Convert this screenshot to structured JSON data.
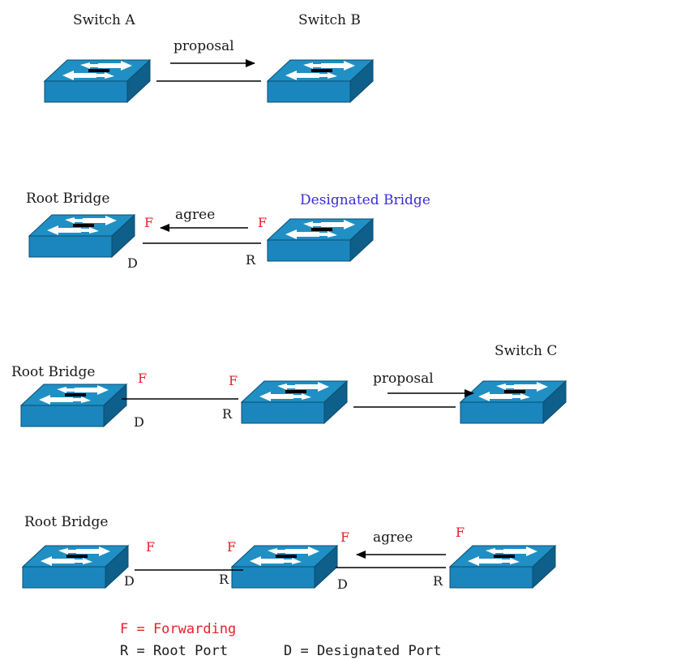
{
  "colors": {
    "switch_top": "#1f8fc4",
    "switch_front": "#1b86bd",
    "switch_side": "#0e5f8a",
    "forwarding": "#e8202a",
    "text": "#1a1a1a",
    "designated_bridge_text": "#3a2bd6"
  },
  "row1": {
    "switch_a_label": "Switch A",
    "switch_b_label": "Switch B",
    "message": "proposal"
  },
  "row2": {
    "root_label": "Root Bridge",
    "designated_label": "Designated Bridge",
    "message": "agree",
    "root_port_f": "F",
    "root_port_d": "D",
    "designated_port_f": "F",
    "designated_port_r": "R"
  },
  "row3": {
    "root_label": "Root Bridge",
    "switch_c_label": "Switch C",
    "message": "proposal",
    "root_port_f": "F",
    "root_port_d": "D",
    "middle_port_f": "F",
    "middle_port_r": "R"
  },
  "row4": {
    "root_label": "Root Bridge",
    "message": "agree",
    "root_port_f": "F",
    "root_port_d": "D",
    "middle_left_f": "F",
    "middle_left_r": "R",
    "middle_right_f": "F",
    "middle_right_d": "D",
    "right_port_f": "F",
    "right_port_r": "R"
  },
  "legend": {
    "forwarding": "F = Forwarding",
    "root_port": "R = Root Port",
    "designated_port": "D = Designated Port"
  }
}
